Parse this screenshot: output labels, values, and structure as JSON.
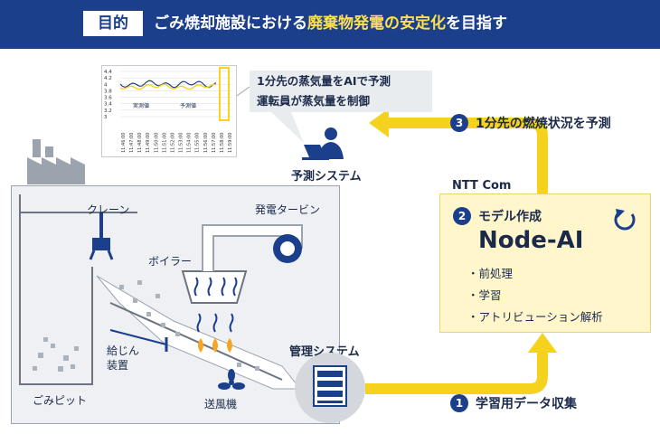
{
  "header": {
    "tag": "目的",
    "title_pre": "ごみ焼却施設における",
    "title_highlight": "廃棄物発電の安定化",
    "title_post": "を目指す"
  },
  "colors": {
    "navy": "#1c3f8c",
    "yellow": "#f5d21e",
    "highlight": "#ffe14d",
    "panel": "#fff6cc"
  },
  "chart": {
    "yticks": [
      "4.4",
      "4.2",
      "4",
      "3.8",
      "3.6",
      "3.4",
      "3.2",
      "3"
    ],
    "xticks": [
      "11:46:00",
      "11:47:00",
      "11:48:00",
      "11:49:00",
      "11:50:00",
      "11:51:00",
      "11:52:00",
      "11:53:00",
      "11:54:00",
      "11:55:00",
      "11:56:00",
      "11:57:00",
      "11:58:00",
      "11:59:00"
    ],
    "series_actual": "実測値",
    "series_predicted": "予測値"
  },
  "bubble": {
    "line1": "1分先の蒸気量をAIで予測",
    "line2": "運転員が蒸気量を制御"
  },
  "predict_system": "予測システム",
  "plant": {
    "crane": "クレーン",
    "turbine": "発電タービン",
    "boiler": "ボイラー",
    "feeder": "給じん\n装置",
    "pit": "ごみピット",
    "blower": "送風機"
  },
  "management": "管理システム",
  "ntt": "NTT Com",
  "steps": [
    {
      "num": "1",
      "label": "学習用データ収集"
    },
    {
      "num": "2",
      "label": "モデル作成"
    },
    {
      "num": "3",
      "label": "1分先の燃焼状況を予測"
    }
  ],
  "node_ai": "Node-AI",
  "bullets": [
    "・前処理",
    "・学習",
    "・アトリビューション解析"
  ]
}
